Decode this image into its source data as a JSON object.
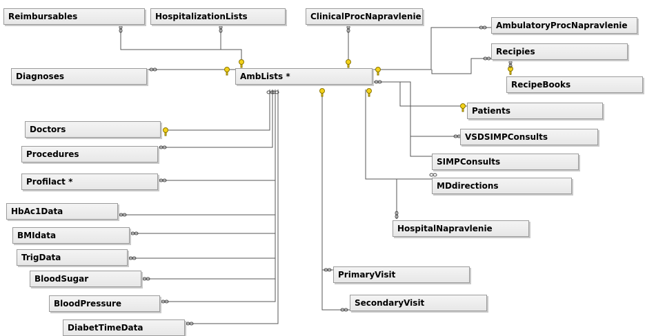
{
  "diagram": {
    "tables": {
      "reimbursables": "Reimbursables",
      "hospitalization_lists": "HospitalizationLists",
      "clinical_proc_napravlenie": "ClinicalProcNapravlenie",
      "ambulatory_proc_napravlenie": "AmbulatoryProcNapravlenie",
      "recipies": "Recipies",
      "recipe_books": "RecipeBooks",
      "diagnoses": "Diagnoses",
      "amb_lists": "AmbLists *",
      "patients": "Patients",
      "vsdsimp_consults": "VSDSIMPConsults",
      "simp_consults": "SIMPConsults",
      "md_directions": "MDdirections",
      "hospital_napravlenie": "HospitalNapravlenie",
      "doctors": "Doctors",
      "procedures": "Procedures",
      "profilact": "Profilact *",
      "hba1c_data": "HbAc1Data",
      "bmi_data": "BMIdata",
      "trig_data": "TrigData",
      "blood_sugar": "BloodSugar",
      "blood_pressure": "BloodPressure",
      "diabet_time_data": "DiabetTimeData",
      "primary_visit": "PrimaryVisit",
      "secondary_visit": "SecondaryVisit"
    },
    "colors": {
      "box_fill": "#ececec",
      "box_border": "#9a9a9a",
      "connector": "#555555",
      "key_icon": "#f3d21a"
    },
    "icons": [
      "key-icon",
      "infinity-icon"
    ]
  }
}
